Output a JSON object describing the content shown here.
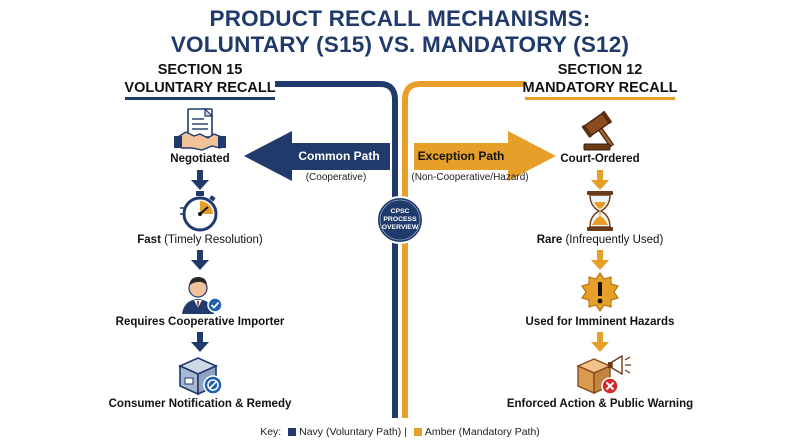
{
  "title": {
    "line1": "PRODUCT RECALL MECHANISMS:",
    "line2": "VOLUNTARY (S15) VS. MANDATORY (S12)"
  },
  "colors": {
    "navy": "#1f3a6b",
    "amber": "#e6a02a"
  },
  "left": {
    "heading1": "SECTION 15",
    "heading2": "VOLUNTARY RECALL",
    "steps": [
      {
        "icon": "handshake-document-icon",
        "bold": "Negotiated",
        "rest": ""
      },
      {
        "icon": "stopwatch-icon",
        "bold": "Fast",
        "rest": " (Timely Resolution)"
      },
      {
        "icon": "importer-person-icon",
        "bold": "Requires Cooperative Importer",
        "rest": ""
      },
      {
        "icon": "box-notification-icon",
        "bold": "Consumer Notification & Remedy",
        "rest": ""
      }
    ]
  },
  "right": {
    "heading1": "SECTION 12",
    "heading2": "MANDATORY RECALL",
    "steps": [
      {
        "icon": "gavel-icon",
        "bold": "Court-Ordered",
        "rest": ""
      },
      {
        "icon": "hourglass-icon",
        "bold": "Rare",
        "rest": " (Infrequently Used)"
      },
      {
        "icon": "warning-burst-icon",
        "bold": "Used for Imminent Hazards",
        "rest": ""
      },
      {
        "icon": "box-megaphone-icon",
        "bold": "Enforced Action & Public Warning",
        "rest": ""
      }
    ]
  },
  "center": {
    "common_path": "Common Path",
    "common_sub": "(Cooperative)",
    "exception_path": "Exception Path",
    "exception_sub": "(Non-Cooperative/Hazard)",
    "badge": [
      "CPSC",
      "PROCESS",
      "OVERVIEW"
    ]
  },
  "key": {
    "prefix": "Key:",
    "navy": "Navy (Voluntary Path)",
    "separator": "|",
    "amber": "Amber (Mandatory Path)"
  }
}
